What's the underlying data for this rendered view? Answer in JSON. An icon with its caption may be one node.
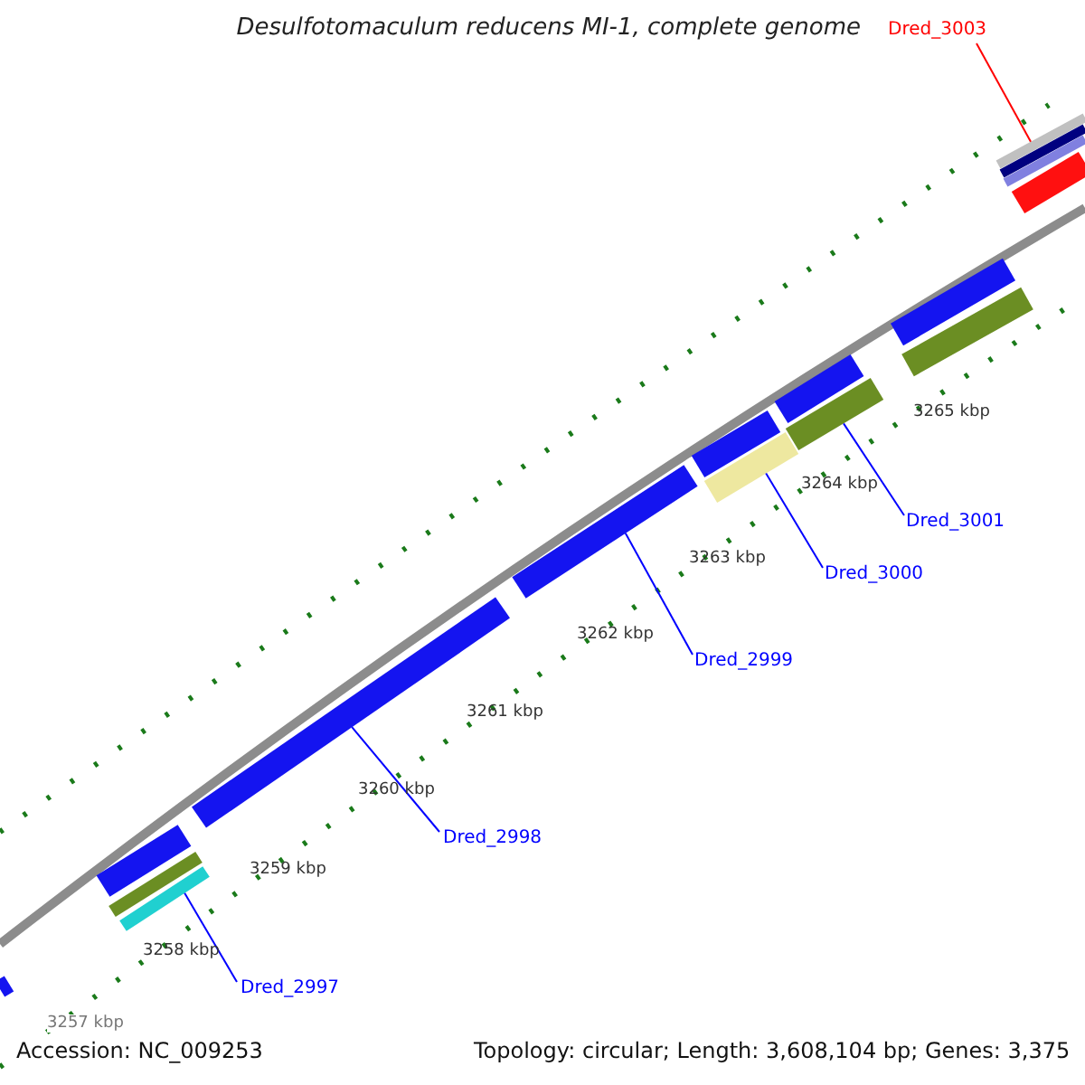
{
  "diagram": {
    "title": "Desulfotomaculum reducens MI-1, complete genome",
    "nodes": [
      {
        "text": [
          "Dred_3003"
        ]
      },
      {
        "text": [
          "Dred_3001"
        ]
      },
      {
        "text": [
          "Dred_3000"
        ]
      },
      {
        "text": [
          "Dred_2999"
        ]
      },
      {
        "text": [
          "Dred_2998"
        ]
      },
      {
        "text": [
          "Dred_2997"
        ]
      },
      {
        "text": [],
        "shape": "bar"
      },
      {
        "text": [],
        "shape": "bar"
      },
      {
        "text": [],
        "shape": "bar"
      },
      {
        "text": [],
        "shape": "bar"
      },
      {
        "text": [],
        "shape": "bar"
      },
      {
        "text": [],
        "shape": "bar"
      },
      {
        "text": [],
        "shape": "bar"
      },
      {
        "text": [],
        "shape": "bar"
      },
      {
        "text": [],
        "shape": "bar"
      },
      {
        "text": [],
        "shape": "bar"
      },
      {
        "text": [],
        "shape": "bar"
      },
      {
        "text": [],
        "shape": "bar"
      },
      {
        "text": [],
        "shape": "bar"
      },
      {
        "text": [],
        "shape": "bar"
      },
      {
        "text": [],
        "shape": "bar"
      },
      {
        "text": [],
        "shape": "bar"
      }
    ],
    "edges": [
      {
        "from": 0,
        "to": 18,
        "arrow": "none",
        "color": "#ff0000"
      },
      {
        "from": 1,
        "to": 15,
        "arrow": "none"
      },
      {
        "from": 2,
        "to": 13,
        "arrow": "none"
      },
      {
        "from": 3,
        "to": 11,
        "arrow": "none"
      },
      {
        "from": 4,
        "to": 10,
        "arrow": "none"
      },
      {
        "from": 5,
        "to": 9,
        "arrow": "none"
      }
    ],
    "labels": [
      "3265 kbp",
      "3264 kbp",
      "3263 kbp",
      "3262 kbp",
      "3261 kbp",
      "3260 kbp",
      "3259 kbp",
      "3258 kbp",
      "3257 kbp",
      "Accession: NC_009253",
      "Topology: circular; Length: 3,608,104 bp; Genes: 3,375"
    ]
  }
}
